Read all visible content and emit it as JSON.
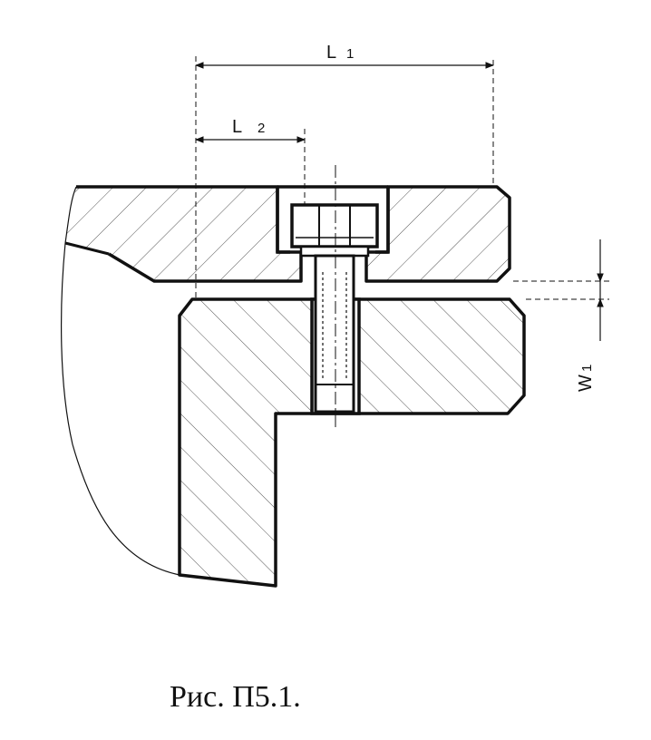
{
  "dimensions": {
    "l1": {
      "letter": "L",
      "sub": "1"
    },
    "l2": {
      "letter": "L",
      "sub": "2"
    },
    "w1": {
      "letter": "W",
      "sub": "1"
    }
  },
  "caption": "Рис. П5.1.",
  "colors": {
    "ink": "#111111",
    "paper": "#ffffff"
  }
}
